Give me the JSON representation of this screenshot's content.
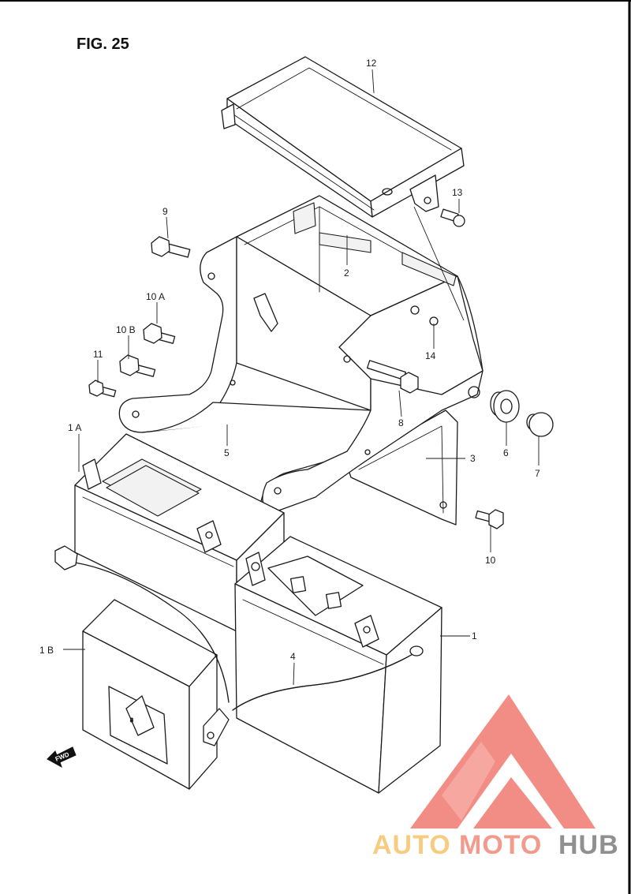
{
  "figure": {
    "title": "FIG. 25"
  },
  "callouts": [
    {
      "id": "12",
      "label": "12"
    },
    {
      "id": "13",
      "label": "13"
    },
    {
      "id": "9",
      "label": "9"
    },
    {
      "id": "2",
      "label": "2"
    },
    {
      "id": "10A",
      "label": "10 A"
    },
    {
      "id": "10B",
      "label": "10 B"
    },
    {
      "id": "14",
      "label": "14"
    },
    {
      "id": "11",
      "label": "11"
    },
    {
      "id": "8",
      "label": "8"
    },
    {
      "id": "1A",
      "label": "1 A"
    },
    {
      "id": "5",
      "label": "5"
    },
    {
      "id": "3",
      "label": "3"
    },
    {
      "id": "6",
      "label": "6"
    },
    {
      "id": "7",
      "label": "7"
    },
    {
      "id": "10",
      "label": "10"
    },
    {
      "id": "1",
      "label": "1"
    },
    {
      "id": "1B",
      "label": "1 B"
    },
    {
      "id": "4",
      "label": "4"
    }
  ],
  "fwd_arrow": {
    "label": "FWD"
  },
  "watermark": {
    "part1": "AUTO",
    "part2": "MOTO",
    "part3": "HUB",
    "colors": {
      "auto": "#f6c46a",
      "moto": "#f08a78",
      "hub": "#7d7d7d",
      "triangle": "#f07a70"
    }
  }
}
